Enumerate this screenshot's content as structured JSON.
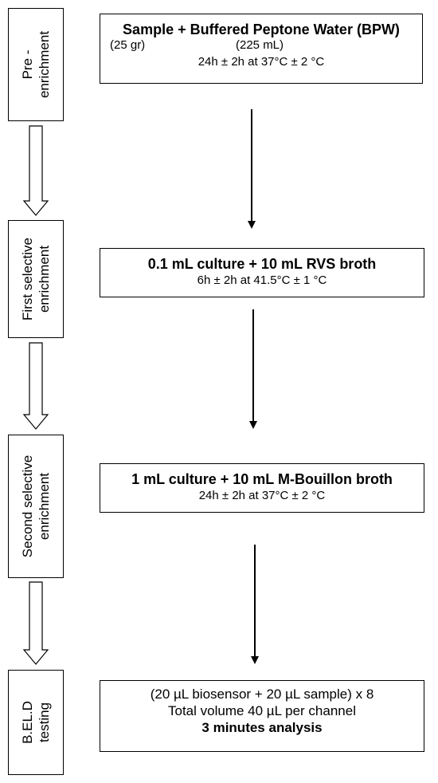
{
  "stages": [
    {
      "label_lines": [
        "Pre -",
        "enrichment"
      ]
    },
    {
      "label_lines": [
        "First selective",
        "enrichment"
      ]
    },
    {
      "label_lines": [
        "Second selective",
        "enrichment"
      ]
    },
    {
      "label_lines": [
        "B.EL.D",
        "testing"
      ]
    }
  ],
  "steps": {
    "pre_enrichment": {
      "title": "Sample + Buffered Peptone Water (BPW)",
      "sample_amount": "(25 gr)",
      "bpw_amount": "(225 mL)",
      "conditions": "24h ± 2h  at 37°C ± 2 °C"
    },
    "first_selective": {
      "title": "0.1 mL culture + 10 mL RVS broth",
      "conditions": "6h ± 2h  at 41.5°C ± 1 °C"
    },
    "second_selective": {
      "title": "1 mL culture + 10 mL M-Bouillon broth",
      "conditions": "24h ± 2h  at 37°C ± 2 °C"
    },
    "beld_testing": {
      "line1": "(20 µL biosensor + 20 µL sample) x 8",
      "line2": "Total volume 40 µL per channel",
      "line3": "3 minutes analysis"
    }
  }
}
